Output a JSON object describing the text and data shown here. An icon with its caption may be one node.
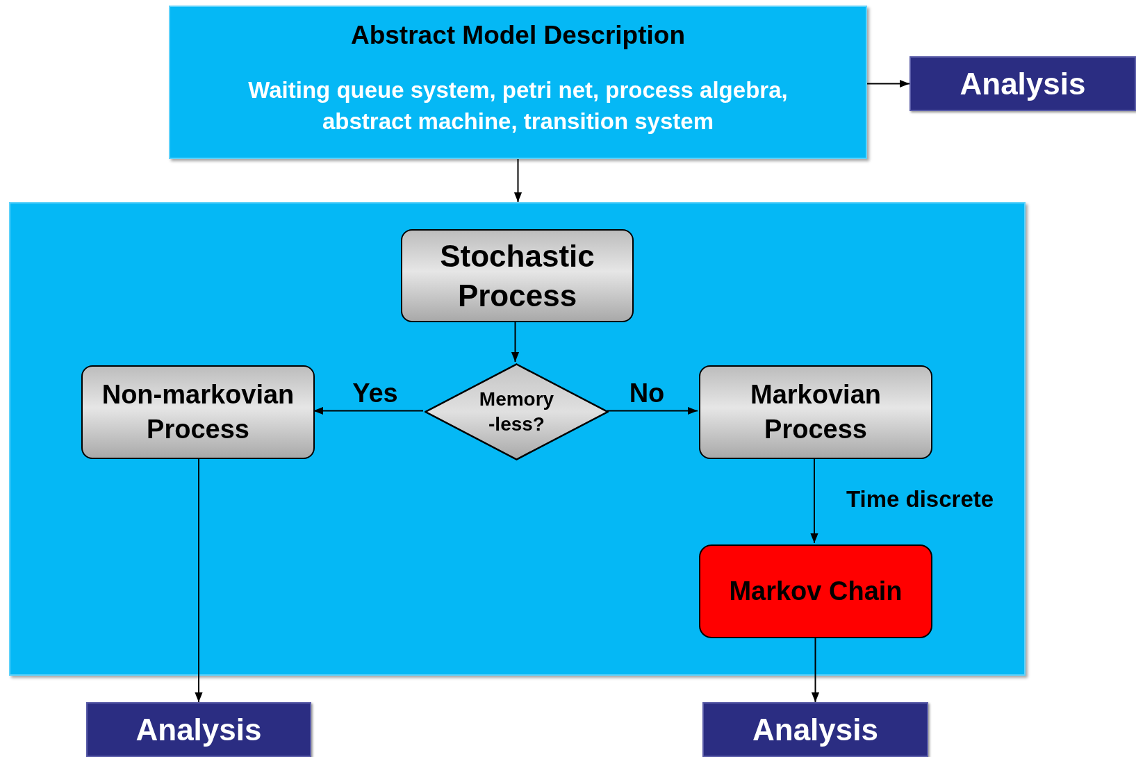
{
  "diagram": {
    "nodes": [
      {
        "text": [
          "Abstract Model Description",
          "Waiting queue system, petri net, process algebra, abstract machine, transition system"
        ]
      },
      {
        "text": [
          "Analysis"
        ]
      },
      {
        "text": [],
        "shape": "box"
      },
      {
        "text": [
          "Stochastic Process"
        ],
        "in": 2
      },
      {
        "text": [
          "Memory -less?"
        ],
        "in": 2
      },
      {
        "text": [
          "Non-markovian Process"
        ],
        "in": 2
      },
      {
        "text": [
          "Markovian Process"
        ],
        "in": 2
      },
      {
        "text": [
          "Markov Chain"
        ],
        "in": 2
      },
      {
        "text": [
          "Analysis"
        ]
      },
      {
        "text": [
          "Analysis"
        ]
      }
    ],
    "edges": [
      {
        "from": 0,
        "to": 1,
        "arrow": "to"
      },
      {
        "from": 0,
        "to": 2,
        "arrow": "to"
      },
      {
        "from": 3,
        "to": 4,
        "arrow": "to"
      },
      {
        "from": 4,
        "to": 5,
        "label": "Yes",
        "arrow": "to"
      },
      {
        "from": 4,
        "to": 6,
        "label": "No",
        "arrow": "to"
      },
      {
        "from": 6,
        "to": 7,
        "label": "Time discrete",
        "arrow": "to"
      },
      {
        "from": 5,
        "to": 8,
        "arrow": "to"
      },
      {
        "from": 7,
        "to": 9,
        "arrow": "to"
      }
    ]
  }
}
